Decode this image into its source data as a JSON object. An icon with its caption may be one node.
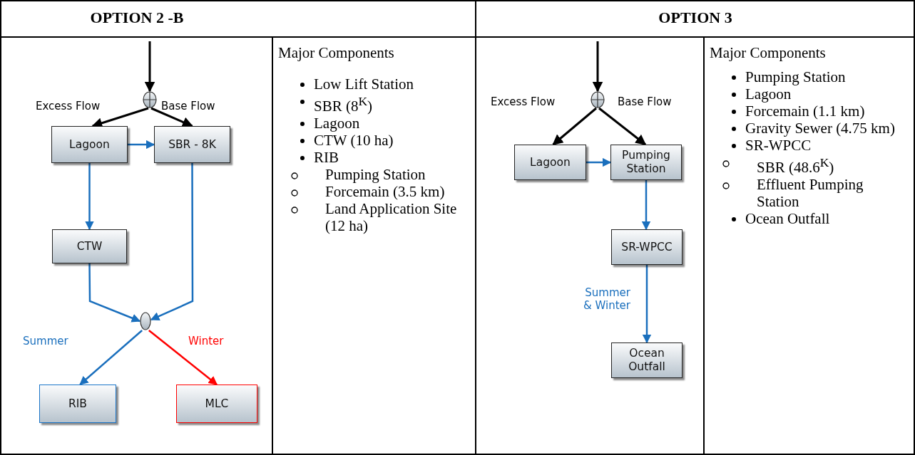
{
  "diagram": {
    "nodes": [
      {
        "text": [],
        "shape": "circle"
      },
      {
        "text": [
          "Lagoon"
        ]
      },
      {
        "text": [
          "SBR - 8K"
        ]
      },
      {
        "text": [
          "CTW"
        ]
      },
      {
        "text": [],
        "shape": "circle"
      },
      {
        "text": [
          "RIB"
        ]
      },
      {
        "text": [
          "MLC"
        ]
      },
      {
        "text": [],
        "shape": "circle"
      },
      {
        "text": [
          "Lagoon"
        ]
      },
      {
        "text": [
          "Pumping Station"
        ]
      },
      {
        "text": [
          "SR-WPCC"
        ]
      },
      {
        "text": [
          "Ocean Outfall"
        ]
      }
    ],
    "edges": [
      {
        "from": null,
        "to": 0,
        "arrow": "to",
        "color": "#000000"
      },
      {
        "from": 0,
        "to": 1,
        "arrow": "to",
        "color": "#000000"
      },
      {
        "from": 0,
        "to": 2,
        "arrow": "to",
        "color": "#000000"
      },
      {
        "from": 1,
        "to": 2,
        "arrow": "to"
      },
      {
        "from": 1,
        "to": 3,
        "arrow": "to"
      },
      {
        "from": 3,
        "to": 4,
        "arrow": "to"
      },
      {
        "from": 2,
        "to": 4,
        "arrow": "to"
      },
      {
        "from": 4,
        "to": 5,
        "arrow": "to",
        "label": "Summer"
      },
      {
        "from": 4,
        "to": 6,
        "arrow": "to",
        "label": "Winter",
        "color": "#ff0000"
      },
      {
        "from": null,
        "to": 7,
        "arrow": "to",
        "color": "#000000"
      },
      {
        "from": 7,
        "to": 8,
        "arrow": "to",
        "color": "#000000"
      },
      {
        "from": 7,
        "to": 9,
        "arrow": "to",
        "color": "#000000"
      },
      {
        "from": 8,
        "to": 9,
        "arrow": "to"
      },
      {
        "from": 9,
        "to": 10,
        "arrow": "to"
      },
      {
        "from": 10,
        "to": 11,
        "arrow": "to",
        "label": "Summer & Winter"
      }
    ],
    "labels": [
      "OPTION 2 -B",
      "OPTION 3",
      "Excess Flow",
      "Base Flow",
      "Major Components",
      "Low Lift Station",
      "SBR (8$^{K}$)",
      "Lagoon",
      "CTW (10 ha)",
      "RIB",
      "Pumping Station",
      "Forcemain (3.5 km)",
      "Land Application Site (12 ha)",
      "Excess Flow",
      "Base Flow",
      "Major Components",
      "Pumping Station",
      "Lagoon",
      "Forcemain (1.1 km)",
      "Gravity Sewer (4.75 km)",
      "SR-WPCC",
      "SBR (48.6$^{K}$)",
      "Effluent Pumping Station",
      "Ocean Outfall"
    ]
  }
}
